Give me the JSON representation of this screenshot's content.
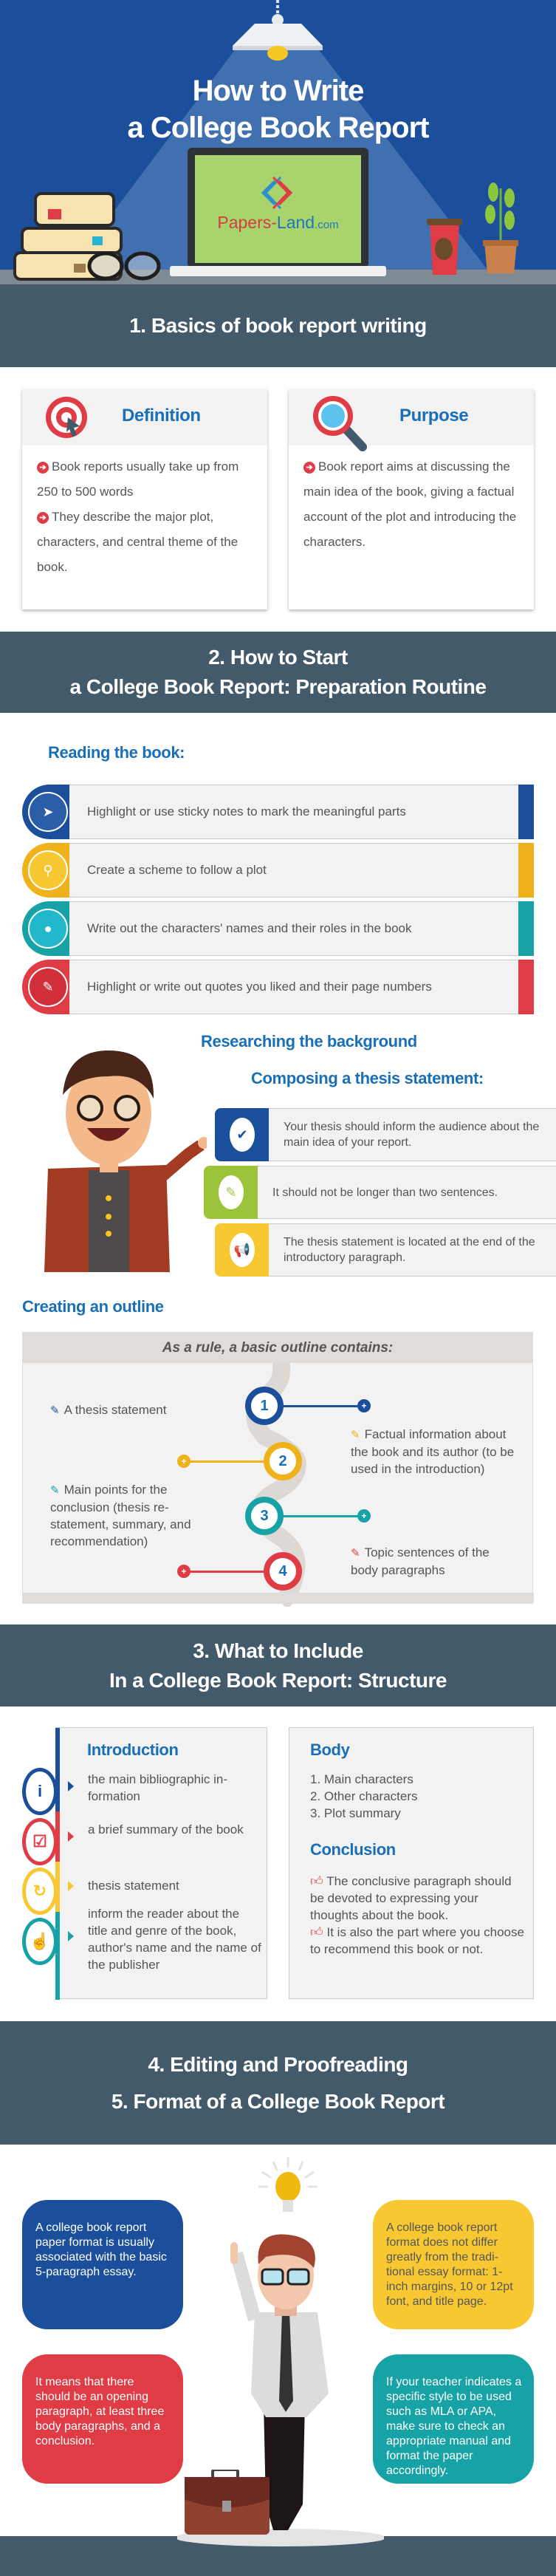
{
  "colors": {
    "header_blue": "#1b4f9c",
    "slate": "#435a6b",
    "heading_blue": "#1a6fb5",
    "red": "#e03c45",
    "yellow": "#f0b21b",
    "teal": "#17a2a5",
    "green": "#9cc43a"
  },
  "header": {
    "title_line1": "How to Write",
    "title_line2": "a College Book Report",
    "logo_name": "Papers-",
    "logo_name2": "Land",
    ".com": ".com",
    "logo_suffix": ".com"
  },
  "section1": {
    "title": "1. Basics of book report writing",
    "definition": {
      "title": "Definition",
      "icon": "target-icon",
      "bullets": [
        "Book reports usually take up from 250 to 500 words",
        "They describe the major plot, characters, and central theme of the book."
      ]
    },
    "purpose": {
      "title": "Purpose",
      "icon": "magnifier-icon",
      "bullets": [
        "Book report aims at discussing the main idea of the book, giving a factual account of the plot and introducing the characters."
      ]
    }
  },
  "section2": {
    "title_line1": "2. How to Start",
    "title_line2": "a College Book Report: Preparation Routine",
    "reading": {
      "label": "Reading the book:",
      "items": [
        {
          "text": "Highlight or use sticky notes to mark the meaningful parts",
          "icon": "paper-plane-icon",
          "color": "#1b4f9c"
        },
        {
          "text": "Create a scheme to follow a plot",
          "icon": "search-icon",
          "color": "#f0b21b"
        },
        {
          "text": "Write out the characters' names and their roles in the book",
          "icon": "user-icon",
          "color": "#17a2a5"
        },
        {
          "text": "Highlight or write out quotes you liked and their page numbers",
          "icon": "edit-icon",
          "color": "#e03c45"
        }
      ]
    },
    "researching": "Researching the background",
    "composing": {
      "label": "Composing a thesis statement:",
      "items": [
        {
          "text": "Your thesis should inform the audience about the main idea of your report.",
          "icon": "check-icon",
          "color": "#1b4f9c"
        },
        {
          "text": "It should not be longer than two sentences.",
          "icon": "pencil-icon",
          "color": "#9cc43a"
        },
        {
          "text": "The thesis statement is located at the end of the introductory paragraph.",
          "icon": "megaphone-icon",
          "color": "#f8c833"
        }
      ]
    },
    "outline": {
      "label": "Creating an outline",
      "header": "As a rule, a basic outline contains:",
      "items": [
        {
          "number": "1",
          "text": "A thesis statement",
          "color": "#1b4f9c"
        },
        {
          "number": "2",
          "text": "Factual information about the book and its author (to be used in the introduction)",
          "color": "#f0b21b"
        },
        {
          "number": "3",
          "text": "Main points for the conclusion (thesis re-statement, summary, and recommendation)",
          "color": "#17a2a5"
        },
        {
          "number": "4",
          "text": "Topic sentences of the body paragraphs",
          "color": "#e03c45"
        }
      ]
    }
  },
  "section3": {
    "title_line1": "3. What to Include",
    "title_line2": "In a College Book Report: Structure",
    "introduction": {
      "title": "Introduction",
      "items": [
        {
          "text": "the main bibliographic in-formation",
          "icon": "info-icon"
        },
        {
          "text": "a brief summary of the book",
          "icon": "checkbox-icon"
        },
        {
          "text": "thesis statement",
          "icon": "refresh-icon"
        },
        {
          "text": "inform the reader about the title and genre of the book, author's name and the name of the publisher",
          "icon": "pointer-hand-icon"
        }
      ]
    },
    "body": {
      "title": "Body",
      "items": [
        "1. Main characters",
        "2. Other characters",
        "3. Plot summary"
      ]
    },
    "conclusion": {
      "title": "Conclusion",
      "items": [
        "The conclusive paragraph should be devoted to expressing your thoughts about the book.",
        "It is also the part where you choose to recommend this book or not."
      ]
    }
  },
  "section4": {
    "title_line1": "4. Editing and Proofreading",
    "title_line2": "5. Format of a College Book Report",
    "bubbles": [
      "A college book report paper format is usually associated with the basic 5-paragraph essay.",
      "A college book report format does not differ greatly from the tradi-tional essay format: 1-inch margins, 10 or 12pt font, and title page.",
      "It means that there should be an opening paragraph, at least three body paragraphs, and a conclusion.",
      "If your teacher indicates a specific style to be used such as MLA or APA, make sure to check an appropriate manual and format the paper accordingly."
    ]
  }
}
